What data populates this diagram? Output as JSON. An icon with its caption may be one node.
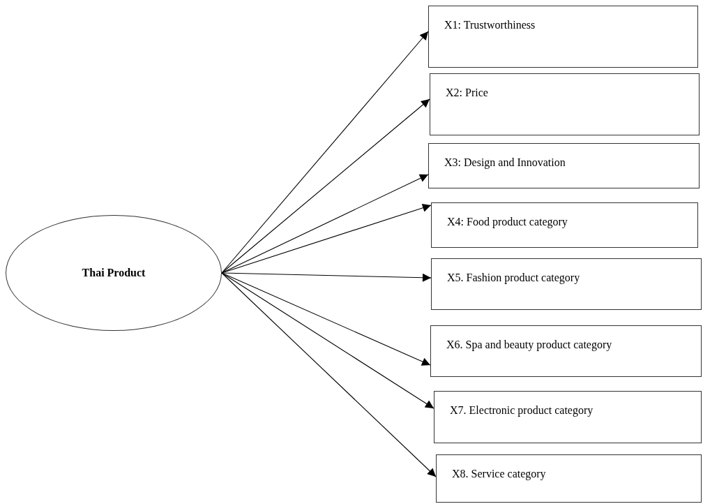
{
  "diagram": {
    "nodes": [
      {
        "text": [
          "Thai Product"
        ]
      },
      {
        "text": [
          "X1: Trustworthiness"
        ]
      },
      {
        "text": [
          "X2: Price"
        ]
      },
      {
        "text": [
          "X3: Design and Innovation"
        ]
      },
      {
        "text": [
          "X4: Food product category"
        ]
      },
      {
        "text": [
          "X5. Fashion product category"
        ]
      },
      {
        "text": [
          "X6. Spa and beauty product category"
        ]
      },
      {
        "text": [
          "X7. Electronic product category"
        ]
      },
      {
        "text": [
          "X8. Service category"
        ]
      }
    ],
    "edges": [
      {
        "from": 0,
        "to": 1,
        "arrow": "to"
      },
      {
        "from": 0,
        "to": 2,
        "arrow": "to"
      },
      {
        "from": 0,
        "to": 3,
        "arrow": "to"
      },
      {
        "from": 0,
        "to": 4,
        "arrow": "to"
      },
      {
        "from": 0,
        "to": 5,
        "arrow": "to"
      },
      {
        "from": 0,
        "to": 6,
        "arrow": "to"
      },
      {
        "from": 0,
        "to": 7,
        "arrow": "to"
      },
      {
        "from": 0,
        "to": 8,
        "arrow": "to"
      }
    ]
  }
}
